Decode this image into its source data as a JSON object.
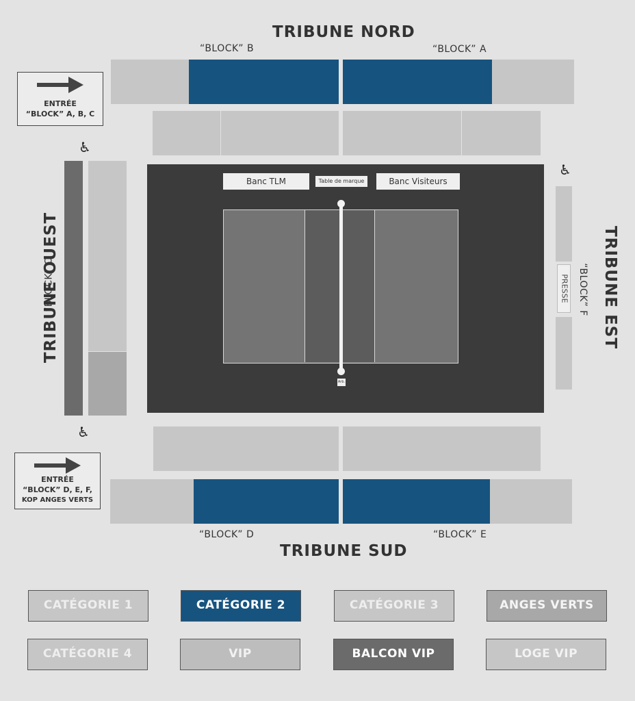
{
  "tribunes": {
    "nord": "TRIBUNE NORD",
    "sud": "TRIBUNE SUD",
    "ouest": "TRIBUNE OUEST",
    "est": "TRIBUNE EST"
  },
  "blocks": {
    "a": "“BLOCK” A",
    "b": "“BLOCK” B",
    "c": "“BLOCK” C",
    "d": "“BLOCK” D",
    "e": "“BLOCK” E",
    "f": "“BLOCK” F"
  },
  "entrees": {
    "top": {
      "line1": "ENTRÉE",
      "line2": "“BLOCK” A, B, C"
    },
    "bottom": {
      "line1": "ENTRÉE",
      "line2": "“BLOCK” D, E, F,",
      "line3": "KOP ANGES VERTS"
    }
  },
  "court": {
    "bench_home": "Banc TLM",
    "score_table": "Table de marque",
    "bench_away": "Banc Visiteurs",
    "referee": "Arb.",
    "press": "PRESSE"
  },
  "icons": {
    "accessibility": "wheelchair-icon",
    "entrance": "arrow-right-icon"
  },
  "legend": [
    {
      "label": "CATÉGORIE 1",
      "bg": "#c6c6c6",
      "fg": "#eeeeee"
    },
    {
      "label": "CATÉGORIE 2",
      "bg": "#17537f",
      "fg": "#ffffff"
    },
    {
      "label": "CATÉGORIE 3",
      "bg": "#c6c6c6",
      "fg": "#eeeeee"
    },
    {
      "label": "ANGES VERTS",
      "bg": "#a8a8a8",
      "fg": "#f5f5f5"
    },
    {
      "label": "CATÉGORIE 4",
      "bg": "#c6c6c6",
      "fg": "#eeeeee"
    },
    {
      "label": "VIP",
      "bg": "#bdbdbd",
      "fg": "#f2f2f2"
    },
    {
      "label": "BALCON VIP",
      "bg": "#6b6b6b",
      "fg": "#ffffff"
    },
    {
      "label": "LOGE VIP",
      "bg": "#c6c6c6",
      "fg": "#f2f2f2"
    }
  ],
  "colors": {
    "category_2": "#17537f",
    "court": "#3b3b3b",
    "playing_area": "#747474",
    "background": "#e3e3e3"
  }
}
